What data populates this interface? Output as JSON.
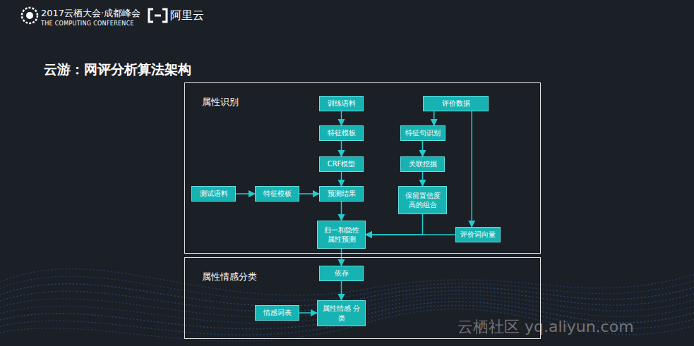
{
  "diagram": {
    "title": "云游：网评分析算法架构",
    "nodes": [
      {
        "text": [
          "属性识别"
        ]
      },
      {
        "text": [
          "训练语料"
        ],
        "in": 0
      },
      {
        "text": [
          "特征模板"
        ],
        "in": 0
      },
      {
        "text": [
          "CRF模型"
        ],
        "in": 0
      },
      {
        "text": [
          "测试语料"
        ],
        "in": 0
      },
      {
        "text": [
          "特征模板"
        ],
        "in": 0
      },
      {
        "text": [
          "预测结果"
        ],
        "in": 0
      },
      {
        "text": [
          "归一和隐性 属性预测"
        ],
        "in": 0
      },
      {
        "text": [
          "评价数据"
        ],
        "in": 0
      },
      {
        "text": [
          "特征句识别"
        ],
        "in": 0
      },
      {
        "text": [
          "关联挖掘"
        ],
        "in": 0
      },
      {
        "text": [
          "保留置信度 高的组合"
        ],
        "in": 0
      },
      {
        "text": [
          "评价词向量"
        ],
        "in": 0
      },
      {
        "text": [
          "属性情感分类"
        ]
      },
      {
        "text": [
          "依存"
        ],
        "in": 13
      },
      {
        "text": [
          "情感词表"
        ],
        "in": 13
      },
      {
        "text": [
          "属性情感 分类"
        ],
        "in": 13
      }
    ],
    "edges": [
      {
        "from": 1,
        "to": 2,
        "arrow": "to"
      },
      {
        "from": 2,
        "to": 3,
        "arrow": "to"
      },
      {
        "from": 3,
        "to": 6,
        "arrow": "to"
      },
      {
        "from": 4,
        "to": 5,
        "arrow": "to"
      },
      {
        "from": 5,
        "to": 6,
        "arrow": "to"
      },
      {
        "from": 6,
        "to": 7,
        "arrow": "to"
      },
      {
        "from": 8,
        "to": 9,
        "arrow": "to"
      },
      {
        "from": 8,
        "to": 12,
        "arrow": "to"
      },
      {
        "from": 9,
        "to": 10,
        "arrow": "to"
      },
      {
        "from": 10,
        "to": 11,
        "arrow": "to"
      },
      {
        "from": 11,
        "to": 7,
        "arrow": "to"
      },
      {
        "from": 12,
        "to": 7,
        "arrow": "to"
      },
      {
        "from": 7,
        "to": 14,
        "arrow": "to"
      },
      {
        "from": 14,
        "to": 16,
        "arrow": "to"
      },
      {
        "from": 15,
        "to": 16,
        "arrow": "to"
      }
    ],
    "labels": [
      "2017云栖大会·成都峰会",
      "THE COMPUTING CONFERENCE",
      "阿里云",
      "云栖社区 yq.aliyun.com"
    ]
  }
}
